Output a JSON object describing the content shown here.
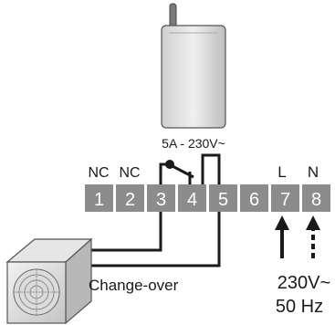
{
  "rating_label": "5A - 230V~",
  "terminal_labels": {
    "t1": "NC",
    "t2": "NC",
    "t7": "L",
    "t8": "N"
  },
  "terminals": [
    "1",
    "2",
    "3",
    "4",
    "5",
    "6",
    "7",
    "8"
  ],
  "change_over_label": "Change-over",
  "supply_voltage": "230V~",
  "supply_frequency": "50 Hz",
  "colors": {
    "terminal_block": "#8c8c8c",
    "terminal_text": "#ffffff",
    "wire": "#1a1a1a",
    "device_body": "#d9d9d9"
  }
}
